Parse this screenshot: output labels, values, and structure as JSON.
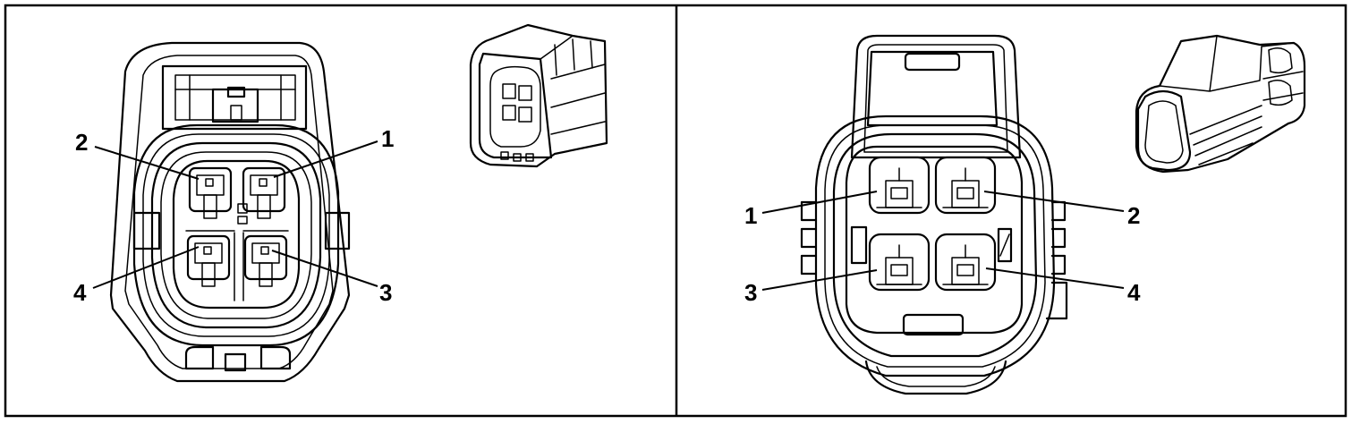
{
  "panels": [
    {
      "id": "left",
      "pins": [
        {
          "label": "2"
        },
        {
          "label": "1"
        },
        {
          "label": "4"
        },
        {
          "label": "3"
        }
      ]
    },
    {
      "id": "right",
      "pins": [
        {
          "label": "1"
        },
        {
          "label": "2"
        },
        {
          "label": "3"
        },
        {
          "label": "4"
        }
      ]
    }
  ],
  "colors": {
    "line": "#000000",
    "background": "#ffffff"
  }
}
